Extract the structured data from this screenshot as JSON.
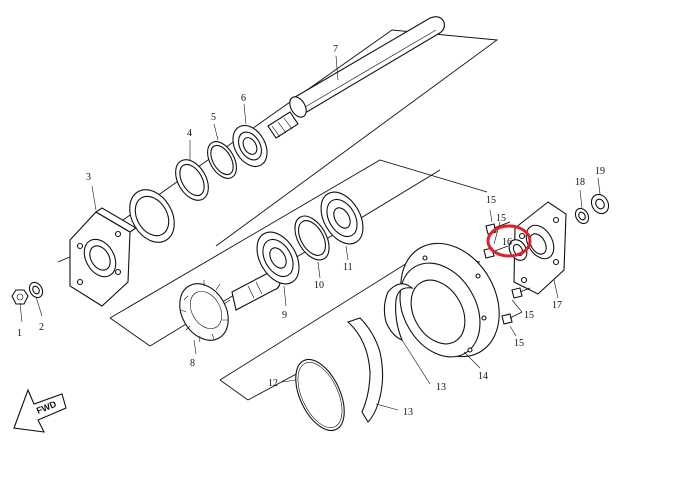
{
  "diagram": {
    "direction_mark": "FWD",
    "highlight_color": "#e0202a",
    "callouts": {
      "c1": "1",
      "c2": "2",
      "c3": "3",
      "c4": "4",
      "c5": "5",
      "c6": "6",
      "c7": "7",
      "c8": "8",
      "c9": "9",
      "c10": "10",
      "c11": "11",
      "c12": "12",
      "c13a": "13",
      "c13b": "13",
      "c14": "14",
      "c15a": "15",
      "c15b": "15",
      "c15c": "15",
      "c15d": "15",
      "c16": "16",
      "c17": "17",
      "c18": "18",
      "c19": "19"
    }
  }
}
